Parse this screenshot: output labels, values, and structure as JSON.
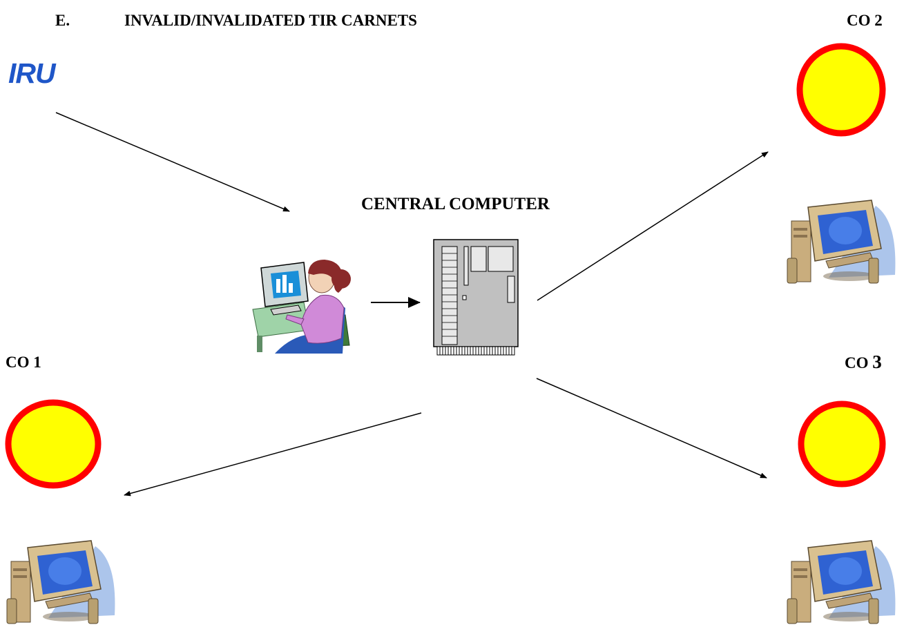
{
  "header": {
    "section": "E.",
    "title": "INVALID/INVALIDATED TIR CARNETS"
  },
  "logo": {
    "text": "IRU"
  },
  "central": {
    "label": "CENTRAL COMPUTER"
  },
  "offices": {
    "co1": "CO 1",
    "co2": "CO 2",
    "co3_prefix": "CO ",
    "co3_number": "3"
  },
  "colors": {
    "office_fill": "#ffff00",
    "office_ring": "#ff0000",
    "logo": "#1f56c8",
    "arrow": "#000000"
  },
  "icons": {
    "operator": "person-at-computer-icon",
    "server": "server-cabinet-icon",
    "workstation": "desktop-computer-icon",
    "office": "customs-office-circle-icon"
  }
}
